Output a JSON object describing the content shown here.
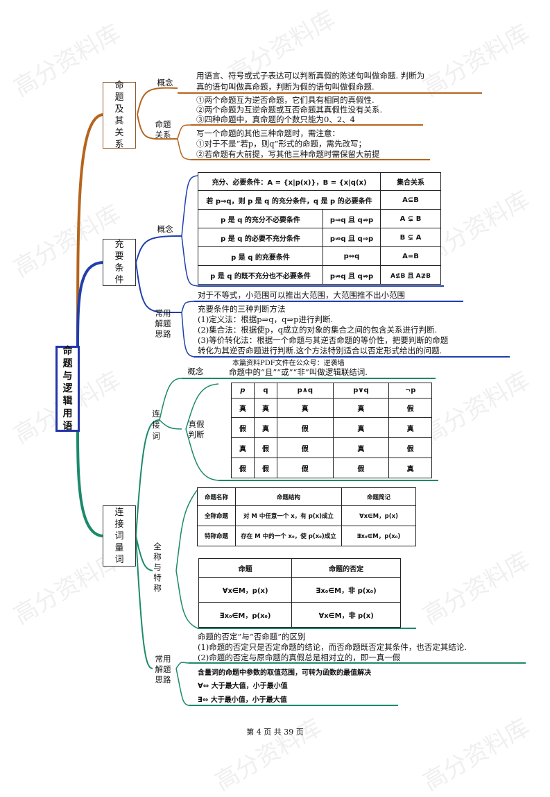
{
  "root": "命题与逻辑用语",
  "branches": {
    "b1": "命题及其关系",
    "b2": "充要条件",
    "b3": "连接词量词"
  },
  "labels": {
    "concept1": "概念",
    "relation": "命题关系",
    "concept2": "概念",
    "common2": "常用解题思路",
    "concept3": "概念",
    "connective": "连接词",
    "truth": "真假判断",
    "quantifier": "全称与特称",
    "common3": "常用解题思路"
  },
  "text": {
    "concept1_l1": "用语言、符号或式子表达可以判断真假的陈述句叫做命题. 判断为",
    "concept1_l2": "真的语句叫做真命题，判断为假的语句叫做假命题.",
    "rel_l1": "①两个命题互为逆否命题，它们具有相同的真假性.",
    "rel_l2": "②两个命题为互逆命题或互否命题其真假性没有关系.",
    "rel_l3": "③四种命题中，真命题的个数只能为0、2、4",
    "rel_l4": "写一个命题的其他三种命题时，需注意：",
    "rel_l5": "①对于不是“若p，则q”形式的命题，需先改写；",
    "rel_l6": "②若命题有大前提，写其他三种命题时需保留大前提",
    "suff_line": "对于不等式，小范围可以推出大范围，大范围推不出小范围",
    "judge_l1": "充要条件的三种判断方法",
    "judge_l2": "(1)定义法：根据p⇒q，q⇒p进行判断.",
    "judge_l3": "(2)集合法：根据使p，q成立的对象的集合之间的包含关系进行判断.",
    "judge_l4": "(3)等价转化法：根据一个命题与其逆否命题的等价性，把要判断的命题",
    "judge_l5": "转化为其逆否命题进行判断.这个方法特别适合以否定形式给出的问题.",
    "notice": "本篇资料PDF文件在公众号：逆袭墙",
    "concept3": "命题中的“且”“或”“非”叫做逻辑联结词.",
    "neg_l1": "命题的否定”与“否命题”的区别",
    "neg_l2": "(1)命题的否定只是否定命题的结论，而否命题既否定其条件，也否定其结论.",
    "neg_l3": "(2)命题的否定与原命题的真假总是相对立的，即一真一假",
    "q_l1": "含量词的命题中参数的取值范围，可转为函数的最值解决",
    "q_l2": "∀⇔ 大于最大值，小于最小值",
    "q_l3": "∃⇔ 大于最小值，小于最大值"
  },
  "suff_table": [
    [
      "充分、必要条件：A = {x|p(x)}，B = {x|q(x)",
      "",
      "集合关系"
    ],
    [
      "若 p⇒q，则 p 是 q 的充分条件，q 是 p 的必要条件",
      "",
      "A⊆B"
    ],
    [
      "p 是 q 的充分不必要条件",
      "p⇒q 且 q⇏p",
      "A ⊊ B"
    ],
    [
      "p 是 q 的必要不充分条件",
      "p⇏q 且 q⇒p",
      "B ⊊ A"
    ],
    [
      "p 是 q 的充要条件",
      "p⇔q",
      "A=B"
    ],
    [
      "p 是 q 的既不充分也不必要条件",
      "p⇏q 且 q⇏p",
      "A⊈B 且 A⊉B"
    ]
  ],
  "truth_table": [
    [
      "p",
      "q",
      "p∧q",
      "p∨q",
      "¬p"
    ],
    [
      "真",
      "真",
      "真",
      "真",
      "假"
    ],
    [
      "假",
      "真",
      "假",
      "真",
      "真"
    ],
    [
      "真",
      "假",
      "假",
      "真",
      "假"
    ],
    [
      "假",
      "假",
      "假",
      "假",
      "真"
    ]
  ],
  "quant_table": [
    [
      "命题名称",
      "命题结构",
      "命题简记"
    ],
    [
      "全称命题",
      "对 M 中任意一个 x，有 p(x)成立",
      "∀x∈M，p(x)"
    ],
    [
      "特称命题",
      "存在 M 中的一个 x₀，使 p(x₀)成立",
      "∃x₀∈M，p(x₀)"
    ]
  ],
  "neg_table": [
    [
      "命题",
      "命题的否定"
    ],
    [
      "∀x∈M，p(x)",
      "∃x₀∈M，非 p(x₀)"
    ],
    [
      "∃x₀∈M，p(x₀)",
      "∀x∈M，非 p(x)"
    ]
  ],
  "footer": "第 4 页 共 39 页",
  "watermark": "高分资料库",
  "colors": {
    "orange": "#b5651d",
    "blue": "#1f3fae",
    "green": "#1b8a6b",
    "root_border": "#2233aa"
  }
}
